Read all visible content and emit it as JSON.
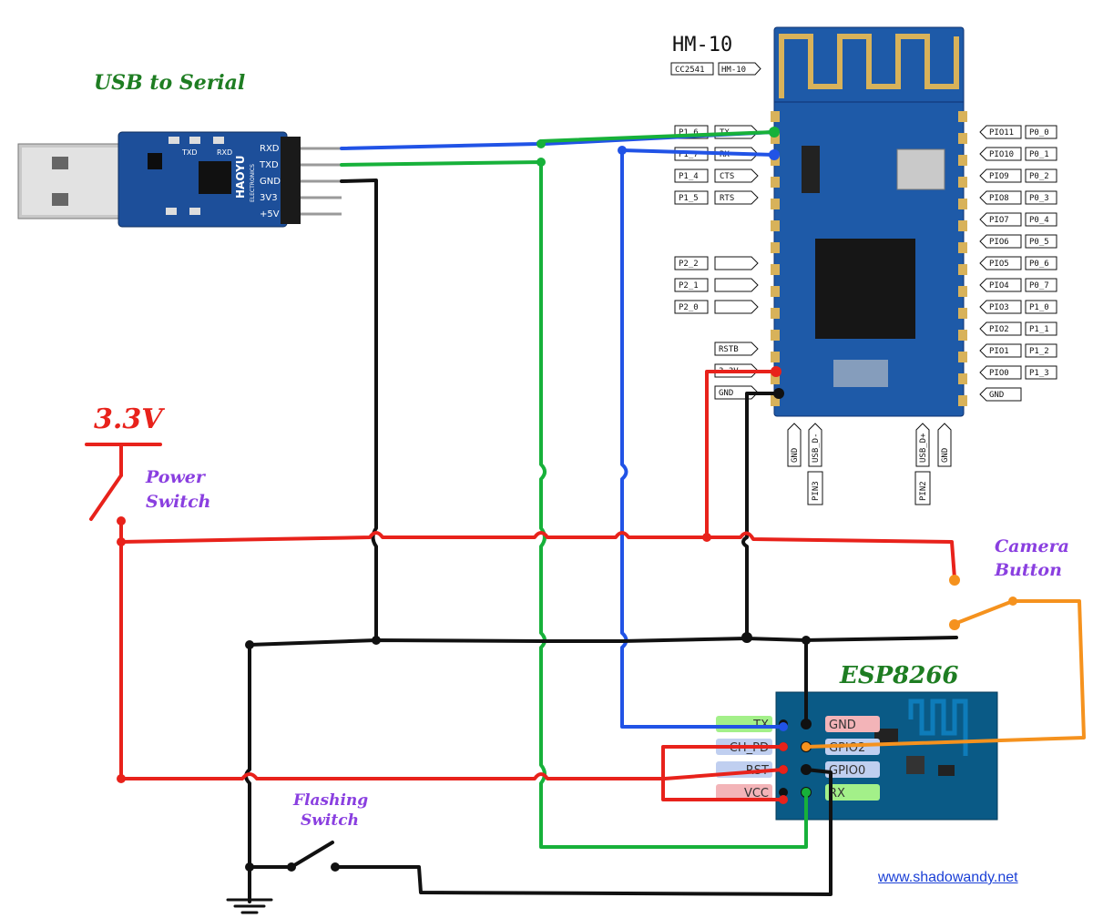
{
  "labels": {
    "usb_serial": "USB to Serial",
    "hm10": "HM-10",
    "esp": "ESP8266",
    "v33": "3.3V",
    "power_switch_1": "Power",
    "power_switch_2": "Switch",
    "camera_button_1": "Camera",
    "camera_button_2": "Button",
    "flashing_switch_1": "Flashing",
    "flashing_switch_2": "Switch",
    "website": "www.shadowandy.net"
  },
  "usb_board": {
    "brand": "HAOYU",
    "brand_sub": "ELECTRONICS",
    "pins": [
      "RXD",
      "TXD",
      "GND",
      "3V3",
      "+5V"
    ],
    "top_labels": [
      "TXD",
      "RXD"
    ]
  },
  "hm10": {
    "chip_tags": [
      "CC2541",
      "HM-10"
    ],
    "left_pins": [
      "P1_6",
      "P1_7",
      "P1_4",
      "P1_5",
      "P2_2",
      "P2_1",
      "P2_0",
      "RSTB",
      "3.3V",
      "GND"
    ],
    "left_functions": [
      "TX",
      "RX",
      "CTS",
      "RTS",
      "",
      "",
      "",
      "",
      "",
      ""
    ],
    "right_pio": [
      "PIO11",
      "PIO10",
      "PIO9",
      "PIO8",
      "PIO7",
      "PIO6",
      "PIO5",
      "PIO4",
      "PIO3",
      "PIO2",
      "PIO1",
      "PIO0",
      "GND"
    ],
    "right_ports": [
      "P0_0",
      "P0_1",
      "P0_2",
      "P0_3",
      "P0_4",
      "P0_5",
      "P0_6",
      "P0_7",
      "P1_0",
      "P1_1",
      "P1_2",
      "P1_3",
      ""
    ],
    "bottom_pins": [
      "GND",
      "USB_D-",
      "USB_D+",
      "GND"
    ],
    "bottom_tags": [
      "PIN3",
      "PIN2"
    ]
  },
  "esp8266": {
    "left_pins": [
      "TX",
      "CH_PD",
      "RST",
      "VCC"
    ],
    "right_pins": [
      "GND",
      "GPIO2",
      "GPIO0",
      "RX"
    ],
    "colors": {
      "TX": "#a3f089",
      "CH_PD": "#c0cff0",
      "RST": "#c0cff0",
      "VCC": "#f3b4b8",
      "GND": "#f3b4b8",
      "GPIO2": "#c0cff0",
      "GPIO0": "#c0cff0",
      "RX": "#a3f089"
    }
  },
  "colors": {
    "red": "#e8221b",
    "black": "#111111",
    "green": "#17b13a",
    "blue": "#2153e6",
    "orange": "#f5921e",
    "title_green": "#1e7d22",
    "purple": "#8a3fe0",
    "board_blue": "#1d4f9a",
    "esp_blue": "#0a5a86"
  }
}
